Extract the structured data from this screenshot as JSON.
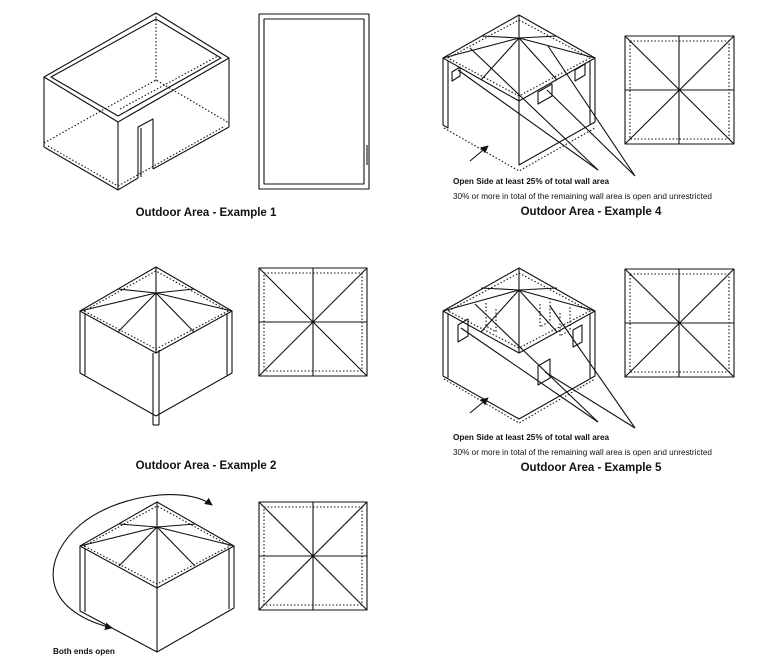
{
  "examples": [
    {
      "caption": "Outdoor Area - Example 1"
    },
    {
      "caption": "Outdoor Area - Example 2"
    },
    {
      "caption": "Both ends open"
    },
    {
      "caption": "Outdoor Area - Example 4",
      "note_open_side": "Open Side at least 25% of total wall area",
      "note_remaining": "30% or more in total of the remaining wall area is open and unrestricted"
    },
    {
      "caption": "Outdoor Area - Example 5",
      "note_open_side": "Open Side at least 25% of total wall area",
      "note_remaining": "30% or more in total of the remaining wall area is open and unrestricted"
    }
  ],
  "colors": {
    "line": "#111111",
    "background": "#ffffff"
  }
}
